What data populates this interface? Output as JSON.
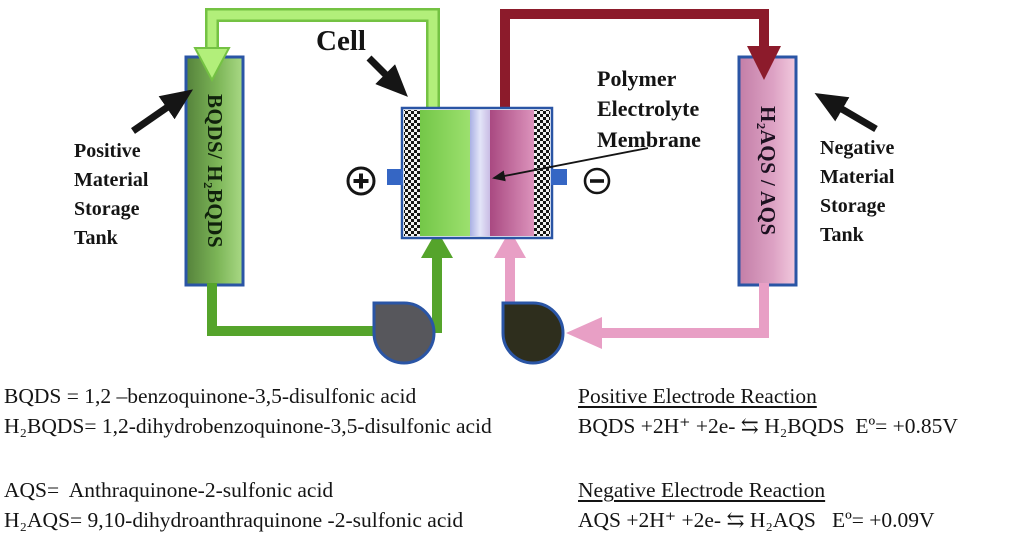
{
  "figure": {
    "cell": {
      "label": "Cell",
      "positive_terminal": "+",
      "negative_terminal": "−"
    },
    "membrane": {
      "label": "Polymer\nElectrolyte\nMembrane"
    },
    "positive_tank": {
      "label": "BQDS/ H₂BQDS",
      "caption": "Positive\nMaterial\nStorage\nTank"
    },
    "negative_tank": {
      "label": "H₂AQS / AQS",
      "caption": "Negative\nMaterial\nStorage\nTank"
    }
  },
  "definitions": [
    "BQDS = 1,2 –benzoquinone-3,5-disulfonic acid",
    "H₂BQDS= 1,2-dihydrobenzoquinone-3,5-disulfonic acid",
    "AQS=  Anthraquinone-2-sulfonic acid",
    "H₂AQS= 9,10-dihydroanthraquinone -2-sulfonic acid"
  ],
  "reactions": {
    "positive": {
      "heading": "Positive Electrode Reaction",
      "equation": "BQDS +2H⁺ +2e- ⇆ H₂BQDS  Eº= +0.85V"
    },
    "negative": {
      "heading": "Negative Electrode Reaction",
      "equation": "AQS +2H⁺ +2e- ⇆ H₂AQS   Eº= +0.09V"
    }
  },
  "colors": {
    "flow_light_green": "#b2ef7a",
    "flow_light_green_edge": "#74c243",
    "flow_dark_red": "#8c1b2b",
    "flow_green": "#55a42b",
    "flow_pink": "#e89fc5",
    "tank_green_dark": "#5d973d",
    "tank_green_light": "#a3d57d",
    "tank_pink_dark": "#c683ab",
    "tank_pink_light": "#f0c6dc",
    "cell_green": "#85d35a",
    "membrane_lavender": "#bfc4ef",
    "cell_pink": "#c2669b",
    "border_blue": "#2a55a5",
    "pump_left_fill": "#57575c",
    "pump_right_fill": "#2e2e1d",
    "ink": "#141414"
  }
}
